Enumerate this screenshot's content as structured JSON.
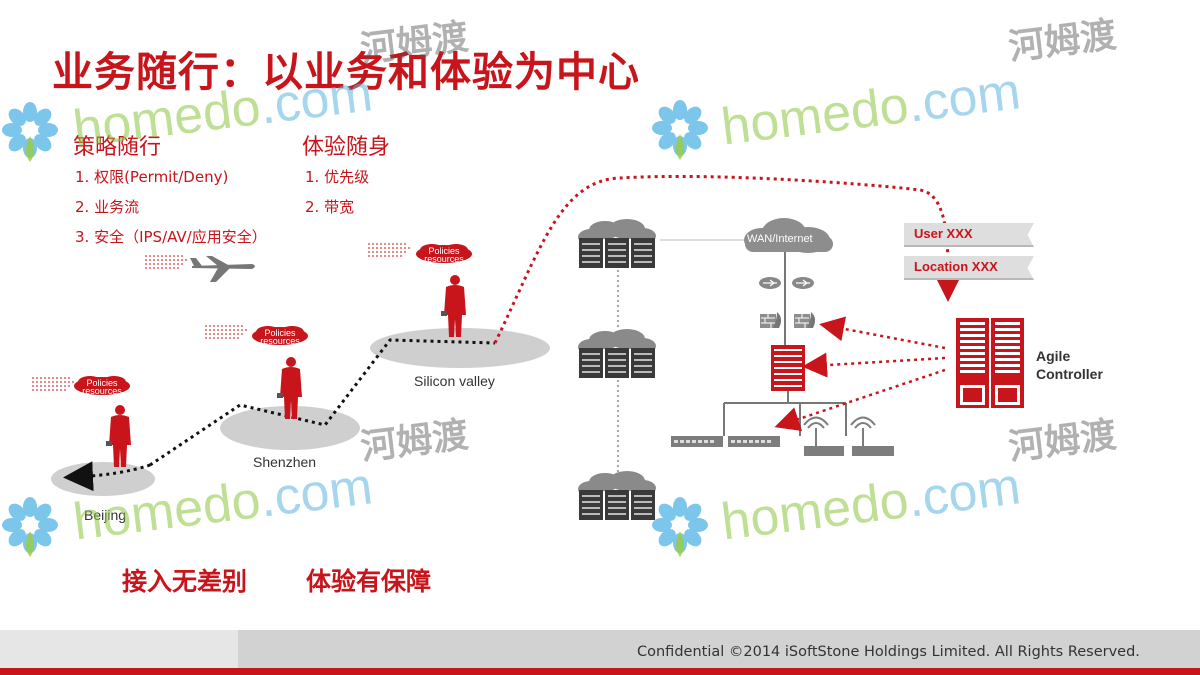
{
  "title": "业务随行：以业务和体验为中心",
  "left_section": {
    "heading": "策略随行",
    "items": [
      "1.  权限(Permit/Deny)",
      "2.  业务流",
      "3.  安全（IPS/AV/应用安全）"
    ]
  },
  "right_section": {
    "heading": "体验随身",
    "items": [
      "1.  优先级",
      "2.  带宽"
    ]
  },
  "locations": [
    "Beijing",
    "Shenzhen",
    "Silicon valley"
  ],
  "cloud_label": "Policies resources",
  "wan_label": "WAN/Internet",
  "tags": [
    "User XXX",
    "Location XXX"
  ],
  "controller": {
    "line1": "Agile",
    "line2": "Controller"
  },
  "slogans": [
    "接入无差别",
    "体验有保障"
  ],
  "footer": "Confidential ©2014 iSoftStone Holdings Limited. All Rights Reserved.",
  "watermark": {
    "part1": "home",
    "part2": "do",
    "part3": ".com",
    "cn": "河姆渡"
  },
  "colors": {
    "accent": "#c8141b",
    "gray": "#d0d0d0"
  },
  "icons": [
    "airplane-icon",
    "businessman-icon",
    "server-rack-icon",
    "cloud-icon",
    "router-icon",
    "firewall-icon",
    "switch-icon",
    "wireless-ap-icon",
    "controller-icon"
  ]
}
